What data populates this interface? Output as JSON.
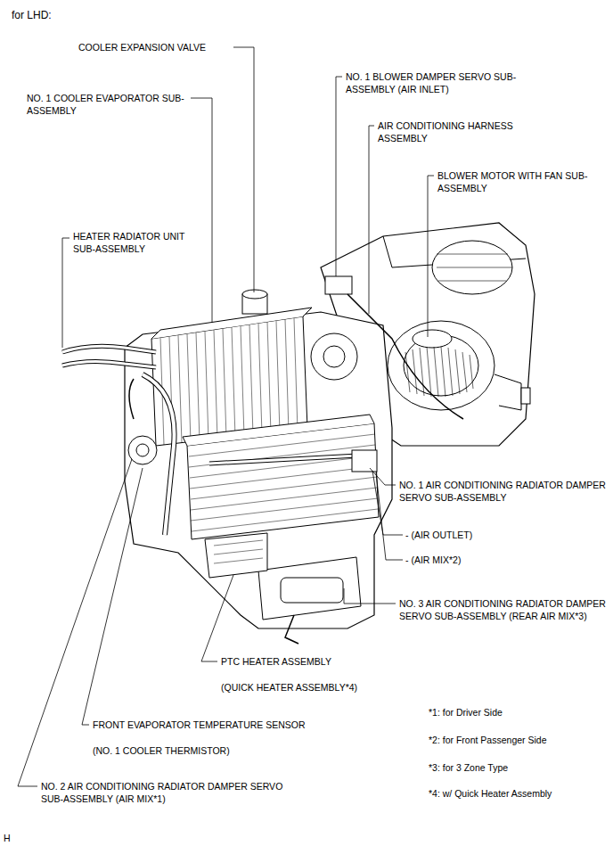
{
  "diagram": {
    "title": "for LHD:",
    "labels": [
      "COOLER EXPANSION VALVE",
      "NO. 1 COOLER EVAPORATOR SUB-ASSEMBLY",
      "HEATER RADIATOR UNIT SUB-ASSEMBLY",
      "NO. 1 BLOWER DAMPER SERVO SUB-ASSEMBLY (AIR INLET)",
      "AIR CONDITIONING HARNESS ASSEMBLY",
      "BLOWER MOTOR WITH FAN SUB-ASSEMBLY",
      "NO. 1 AIR CONDITIONING RADIATOR DAMPER SERVO SUB-ASSEMBLY",
      "- (AIR OUTLET)",
      "- (AIR MIX*2)",
      "NO. 3 AIR CONDITIONING RADIATOR DAMPER SERVO SUB-ASSEMBLY (REAR AIR MIX*3)",
      "PTC HEATER ASSEMBLY",
      "(QUICK HEATER ASSEMBLY*4)",
      "FRONT EVAPORATOR TEMPERATURE SENSOR",
      "(NO. 1 COOLER THERMISTOR)",
      "NO. 2 AIR CONDITIONING RADIATOR DAMPER SERVO SUB-ASSEMBLY (AIR MIX*1)",
      "*1: for Driver Side",
      "*2: for Front Passenger Side",
      "*3: for 3 Zone Type",
      "*4: w/ Quick Heater Assembly",
      "H"
    ]
  }
}
